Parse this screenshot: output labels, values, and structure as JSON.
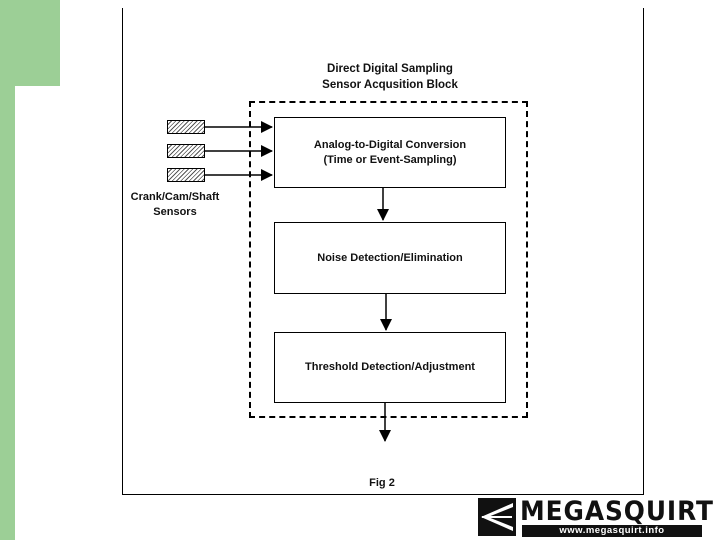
{
  "colors": {
    "side_accent": "#9ccf96",
    "line": "#000000",
    "text": "#111111"
  },
  "diagram": {
    "block_title": {
      "line1": "Direct Digital Sampling",
      "line2": "Sensor Acqusition Block"
    },
    "stages": {
      "adc": {
        "line1": "Analog-to-Digital Conversion",
        "line2": "(Time or Event-Sampling)"
      },
      "noise": {
        "line1": "Noise Detection/Elimination"
      },
      "threshold": {
        "line1": "Threshold Detection/Adjustment"
      }
    },
    "sensors": {
      "count": 3,
      "caption_line1": "Crank/Cam/Shaft",
      "caption_line2": "Sensors"
    },
    "figure_caption": "Fig 2"
  },
  "logo": {
    "wordmark": "MEGASQUIRT",
    "url": "www.megasquirt.info"
  }
}
